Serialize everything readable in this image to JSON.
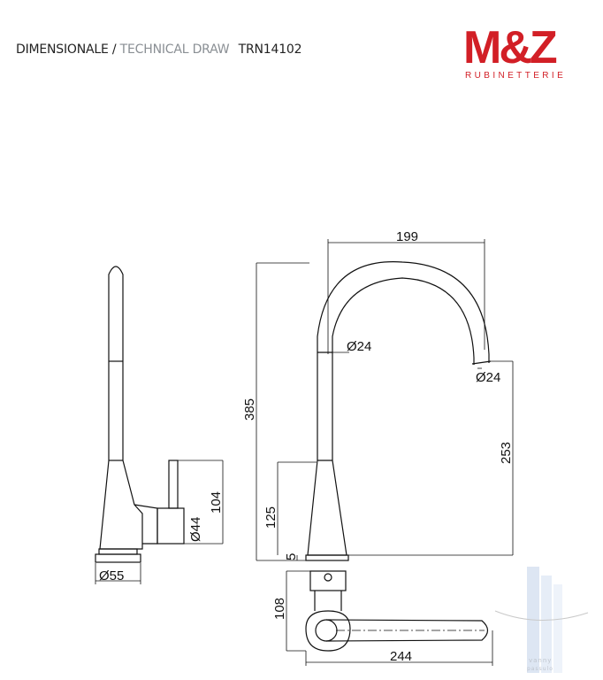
{
  "header": {
    "title_primary": "DIMENSIONALE /",
    "title_secondary": "TECHNICAL DRAW",
    "product_code": "TRN14102"
  },
  "logo": {
    "mark": "M&Z",
    "tagline": "RUBINETTERIE"
  },
  "dimensions": {
    "reach": "199",
    "spout_diameter": "Ø24",
    "outlet_diameter": "Ø24",
    "total_height": "385",
    "outlet_height": "253",
    "body_height": "125",
    "base_thickness": "5",
    "lever_height": "104",
    "lever_diameter": "Ø44",
    "base_diameter": "Ø55",
    "handle_height": "108",
    "handle_length": "244"
  },
  "watermark": {
    "text_line1": "vanny",
    "text_line2": "passulo"
  },
  "colors": {
    "line": "#111111",
    "logo_red": "#d21f26",
    "watermark_blue": "#c9d7ea"
  }
}
